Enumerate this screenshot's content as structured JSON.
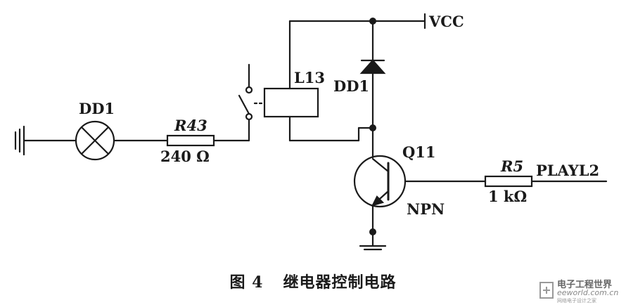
{
  "diagram": {
    "labels": {
      "vcc": "VCC",
      "relay": "L13",
      "diode": "DD1",
      "transistor": "Q11",
      "transistor_type": "NPN",
      "lamp": "DD1",
      "r43_name": "R43",
      "r43_value": "240 Ω",
      "r5_name": "R5",
      "r5_value": "1 kΩ",
      "signal": "PLAYL2"
    }
  },
  "caption": {
    "figure_no": "图 4",
    "title": "继电器控制电路"
  },
  "watermark": {
    "line1": "电子工程世界",
    "line2": "eeworld.com.cn",
    "line3": "网络电子设计之家",
    "color": "#888888"
  }
}
